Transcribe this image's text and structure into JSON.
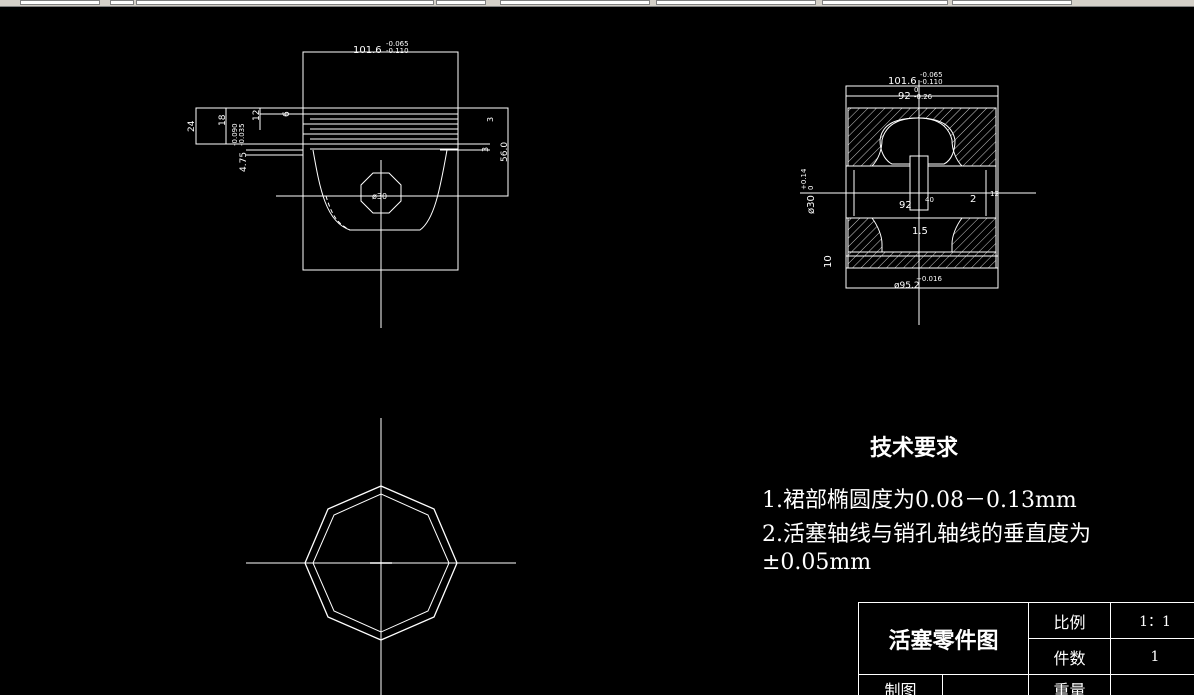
{
  "drawing": {
    "dims": {
      "diameter_101_6": "101.6",
      "tol_upper_101_6": "-0.065",
      "tol_lower_101_6": "-0.110",
      "dim_24": "24",
      "dim_18": "18",
      "dim_12": "12",
      "dim_6": "6",
      "tol_upper_small": "-0.090",
      "tol_lower_small": "-0.035",
      "dim_4_75": "4.75",
      "dim_3_a": "3",
      "dim_3_b": "3",
      "dim_56": "56.0",
      "dim_phi30_left": "ø30",
      "dim_92_top": "92",
      "dim_0_a": "0",
      "tol_26": "-0.26",
      "tol_0_14": "+0.14",
      "dim_0_b": "0",
      "dim_phi30_side": "ø30",
      "dim_92_mid": "92",
      "dim_40": "40",
      "dim_2": "2",
      "dim_12_right": "12",
      "dim_1_5": "1.5",
      "dim_10": "10",
      "tol_0_016": "+0.016",
      "dim_phi95_2": "ø95.2"
    }
  },
  "notes": {
    "title": "技术要求",
    "line1": "1.裙部椭圆度为0.08－0.13mm",
    "line2": "2.活塞轴线与销孔轴线的垂直度为",
    "line3": "±0.05mm"
  },
  "title_block": {
    "part_name": "活塞零件图",
    "scale_label": "比例",
    "scale_value": "1：1",
    "qty_label": "件数",
    "qty_value": "1",
    "drawn_label": "制图",
    "weight_label": "重量"
  }
}
